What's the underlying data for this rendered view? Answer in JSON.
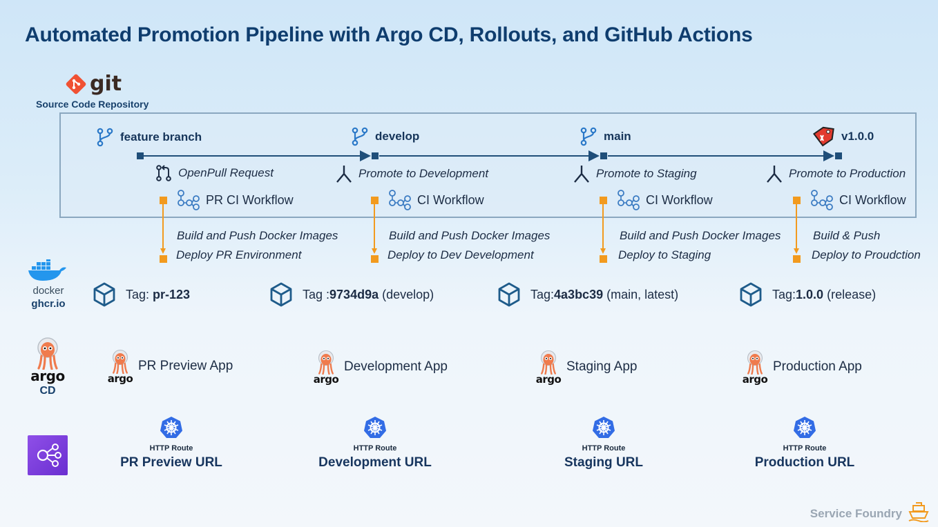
{
  "title": "Automated Promotion Pipeline with Argo CD, Rollouts, and GitHub Actions",
  "git": {
    "logo_text": "git",
    "repo_label": "Source Code Repository"
  },
  "stages": [
    {
      "branch": "feature branch",
      "step": "OpenPull Request",
      "workflow": "PR CI Workflow",
      "job1": "Build and Push Docker Images",
      "job2": "Deploy PR Environment",
      "tag_prefix": "Tag: ",
      "tag_bold": "pr-123",
      "tag_suffix": "",
      "app": "PR Preview App",
      "route_kind": "HTTP Route",
      "route_url": "PR Preview URL"
    },
    {
      "branch": "develop",
      "step": "Promote to Development",
      "workflow": "CI Workflow",
      "job1": "Build and Push Docker Images",
      "job2": "Deploy to Dev Development",
      "tag_prefix": "Tag :",
      "tag_bold": "9734d9a",
      "tag_suffix": " (develop)",
      "app": "Development App",
      "route_kind": "HTTP Route",
      "route_url": "Development URL"
    },
    {
      "branch": "main",
      "step": "Promote to Staging",
      "workflow": "CI Workflow",
      "job1": "Build and Push Docker Images",
      "job2": "Deploy to Staging",
      "tag_prefix": "Tag:",
      "tag_bold": "4a3bc39",
      "tag_suffix": " (main, latest)",
      "app": "Staging App",
      "route_kind": "HTTP Route",
      "route_url": "Staging URL"
    },
    {
      "branch": "v1.0.0",
      "step": "Promote to Production",
      "workflow": "CI Workflow",
      "job1": "Build & Push",
      "job2": "Deploy to Proudction",
      "tag_prefix": "Tag:",
      "tag_bold": "1.0.0",
      "tag_suffix": " (release)",
      "app": "Production App",
      "route_kind": "HTTP Route",
      "route_url": "Production URL"
    }
  ],
  "docker": {
    "logo_text": "docker",
    "registry": "ghcr.io"
  },
  "argocd": {
    "logo_text": "argo",
    "label": "CD",
    "app_logo_text": "argo"
  },
  "footer": "Service Foundry",
  "colors": {
    "title": "#0f3d6e",
    "pipeline": "#1f4e79",
    "job_marker": "#f29a1e",
    "git": "#f05133",
    "gateway": "#7b3fe4",
    "k8s": "#326ce5"
  }
}
